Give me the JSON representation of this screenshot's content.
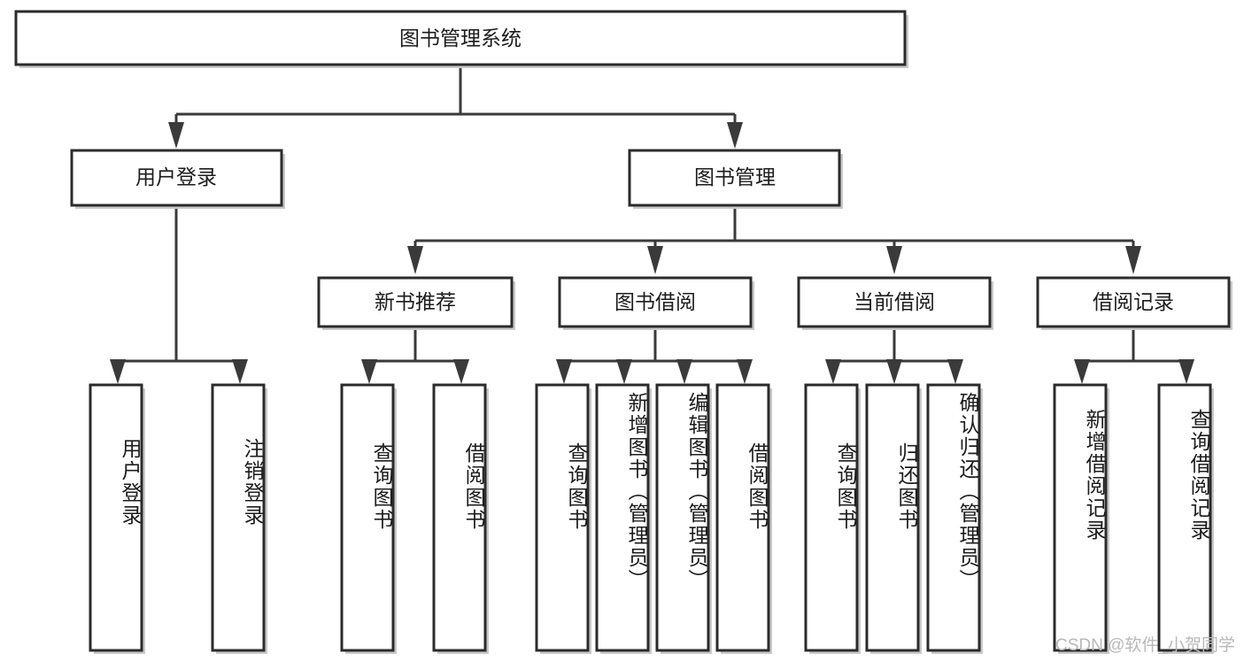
{
  "diagram": {
    "title": "图书管理系统",
    "type": "tree-hierarchy",
    "watermark": "CSDN @软件_小贺同学",
    "colors": {
      "box_stroke": "#2b2b2b",
      "box_fill": "#ffffff",
      "line": "#3a3a3a",
      "shadow": "#c9c9c9",
      "text": "#1c1c1c",
      "watermark": "#b8b8b8"
    },
    "levels": {
      "level1": {
        "label": "图书管理系统"
      },
      "level2": [
        {
          "label": "用户登录"
        },
        {
          "label": "图书管理"
        }
      ],
      "level3": [
        {
          "label": "新书推荐"
        },
        {
          "label": "图书借阅"
        },
        {
          "label": "当前借阅"
        },
        {
          "label": "借阅记录"
        }
      ],
      "level4": [
        {
          "label": "用户登录",
          "parent": "用户登录"
        },
        {
          "label": "注销登录",
          "parent": "用户登录"
        },
        {
          "label": "查询图书",
          "parent": "新书推荐"
        },
        {
          "label": "借阅图书",
          "parent": "新书推荐"
        },
        {
          "label": "查询图书",
          "parent": "图书借阅"
        },
        {
          "label": "新增图书（管理员）",
          "parent": "图书借阅"
        },
        {
          "label": "编辑图书（管理员）",
          "parent": "图书借阅"
        },
        {
          "label": "借阅图书",
          "parent": "图书借阅"
        },
        {
          "label": "查询图书",
          "parent": "当前借阅"
        },
        {
          "label": "归还图书",
          "parent": "当前借阅"
        },
        {
          "label": "确认归还（管理员）",
          "parent": "当前借阅"
        },
        {
          "label": "新增借阅记录",
          "parent": "借阅记录"
        },
        {
          "label": "查询借阅记录",
          "parent": "借阅记录"
        }
      ]
    }
  }
}
